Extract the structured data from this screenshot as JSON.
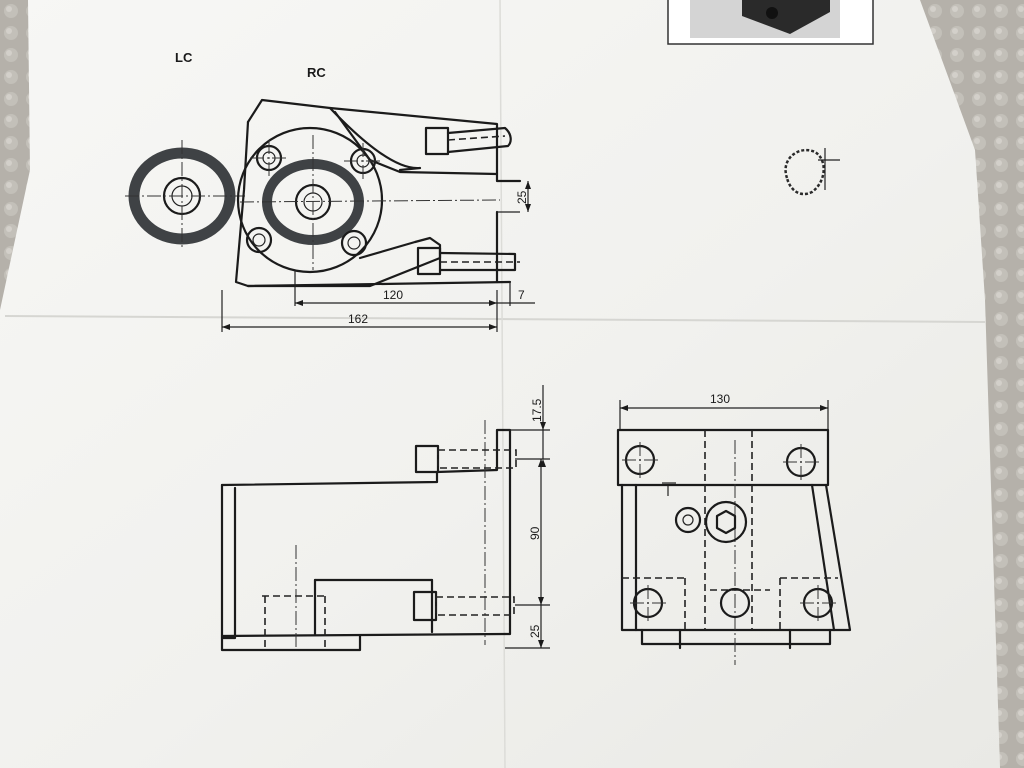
{
  "drawing": {
    "labels": {
      "lc": "LC",
      "rc": "RC"
    },
    "top_view": {
      "dim_width": "162",
      "dim_center": "120",
      "dim_offset": "7",
      "dim_height": "25"
    },
    "side_view": {
      "dim_top": "17.5",
      "dim_mid": "90",
      "dim_bottom": "25"
    },
    "front_view": {
      "dim_width": "130"
    }
  },
  "colors": {
    "paper": "#f4f4f1",
    "ink": "#1b1b1b",
    "background": "#b7b3ac",
    "ring": "#3f4245"
  }
}
